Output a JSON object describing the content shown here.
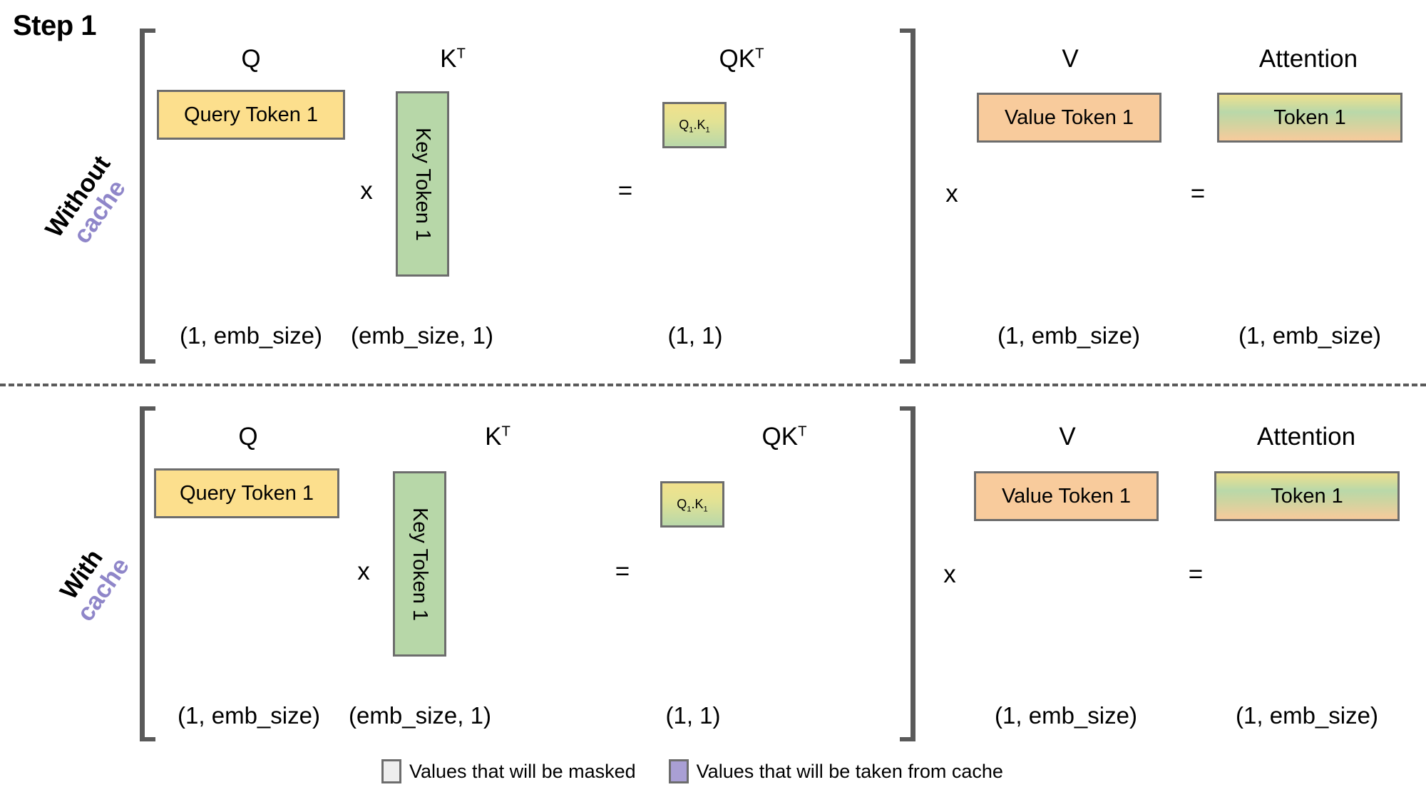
{
  "title": "Step 1",
  "accent_color": "#8f86c9",
  "colors": {
    "query_box": "#fcdf8d",
    "key_box": "#b7d7a8",
    "value_box": "#f8cb9c",
    "border": "#6d6d6d",
    "bracket": "#5a5a5a",
    "masked_swatch": "#eeeeee",
    "cache_swatch": "#a99fd4"
  },
  "rows": [
    {
      "label_plain": "Without",
      "label_accent": "cache",
      "columns": [
        {
          "header": "Q",
          "header_sup": "",
          "box_text": "Query Token 1",
          "dim": "(1, emb_size)"
        },
        {
          "header": "K",
          "header_sup": "T",
          "box_text": "Key Token 1",
          "dim": "(emb_size, 1)"
        },
        {
          "header": "QK",
          "header_sup": "T",
          "box_text": "Q1.K1",
          "dim": "(1, 1)"
        },
        {
          "header": "V",
          "header_sup": "",
          "box_text": "Value Token 1",
          "dim": "(1, emb_size)"
        },
        {
          "header": "Attention",
          "header_sup": "",
          "box_text": "Token 1",
          "dim": "(1, emb_size)"
        }
      ],
      "operators": {
        "mul1": "x",
        "eq1": "=",
        "mul2": "x",
        "eq2": "="
      }
    },
    {
      "label_plain": "With",
      "label_accent": "cache",
      "columns": [
        {
          "header": "Q",
          "header_sup": "",
          "box_text": "Query Token 1",
          "dim": "(1, emb_size)"
        },
        {
          "header": "K",
          "header_sup": "T",
          "box_text": "Key Token 1",
          "dim": "(emb_size, 1)"
        },
        {
          "header": "QK",
          "header_sup": "T",
          "box_text": "Q1.K1",
          "dim": "(1, 1)"
        },
        {
          "header": "V",
          "header_sup": "",
          "box_text": "Value Token 1",
          "dim": "(1, emb_size)"
        },
        {
          "header": "Attention",
          "header_sup": "",
          "box_text": "Token 1",
          "dim": "(1, emb_size)"
        }
      ],
      "operators": {
        "mul1": "x",
        "eq1": "=",
        "mul2": "x",
        "eq2": "="
      }
    }
  ],
  "qk_sub": {
    "base1": "Q",
    "sub1": "1",
    "dot": ".",
    "base2": "K",
    "sub2": "1"
  },
  "legend": [
    {
      "label": "Values that will be masked",
      "swatch": "#eeeeee"
    },
    {
      "label": "Values that will be taken from cache",
      "swatch": "#a99fd4"
    }
  ]
}
